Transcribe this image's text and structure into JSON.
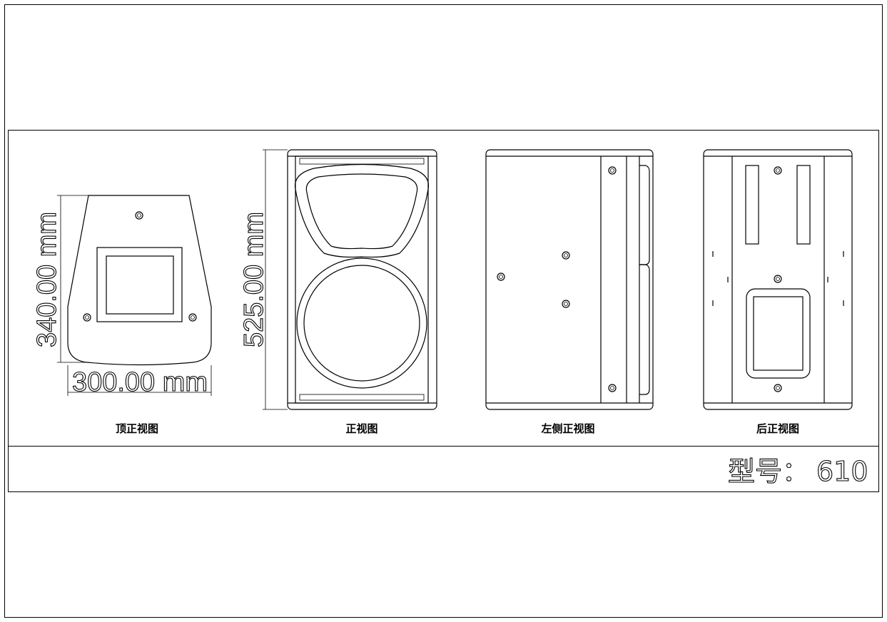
{
  "dimensions": {
    "top_height": "340.00 mm",
    "top_width": "300.00 mm",
    "front_height": "525.00 mm"
  },
  "views": {
    "top": "顶正视图",
    "front": "正视图",
    "left_side": "左侧正视图",
    "rear": "后正视图"
  },
  "model": {
    "label": "型号：",
    "value": "610"
  }
}
